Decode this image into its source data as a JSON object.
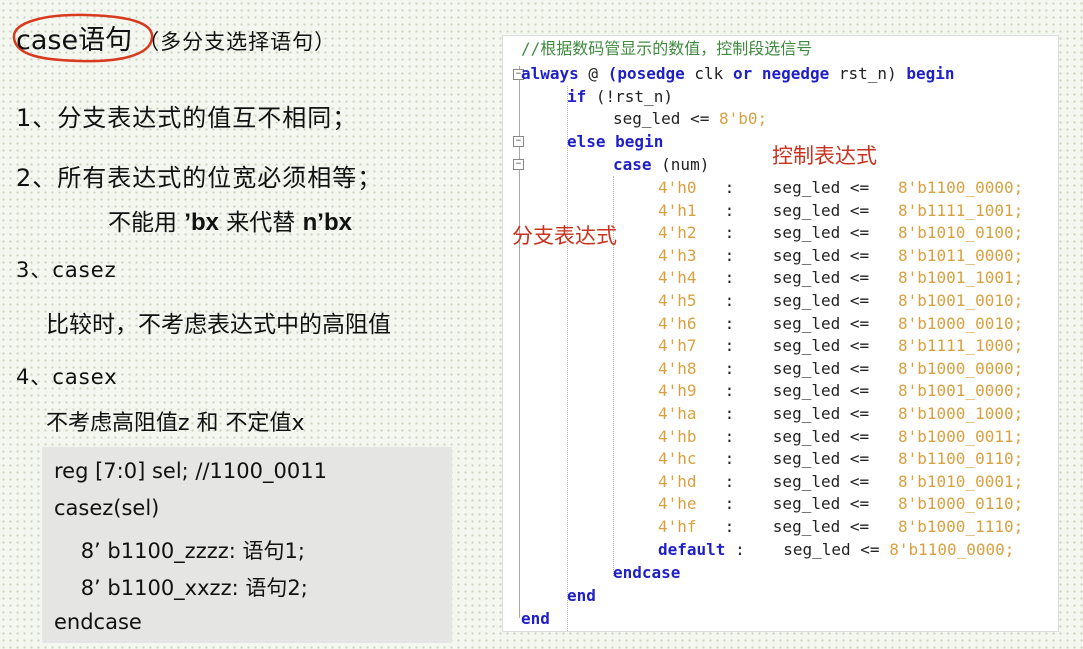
{
  "title": {
    "main": "case语句",
    "sub": "（多分支选择语句）"
  },
  "points": [
    {
      "text": "1、分支表达式的值互不相同；"
    },
    {
      "text": "2、所有表达式的位宽必须相等；"
    },
    {
      "text": "3、casez"
    },
    {
      "text": "4、casex"
    }
  ],
  "note_bx": {
    "pre": "不能用 ",
    "bold1": "’bx",
    "mid": " 来代替 ",
    "bold2": "n’bx"
  },
  "casez_desc": "比较时，不考虑表达式中的高阻值",
  "casex_desc": "不考虑高阻值z 和 不定值x",
  "snippet": [
    "reg [7:0] sel; //1100_0011",
    "casez(sel)",
    "    8’ b1100_zzzz: 语句1;",
    "    8’ b1100_xxzz: 语句2;",
    "endcase"
  ],
  "code": {
    "comment": "//根据数码管显示的数值，控制段选信号",
    "always_kw": "always",
    "at": " @ ",
    "posedge": "(posedge",
    "clk": " clk ",
    "or": "or",
    "negedge": " negedge",
    "rst": " rst_n) ",
    "begin": "begin",
    "if_kw": "if",
    "if_cond": " (!rst_n)",
    "seg_reset": "seg_led <= ",
    "seg_reset_val": "8'b0;",
    "else_begin": "else begin",
    "case_kw": "case",
    "case_arg": " (num)",
    "cases": [
      {
        "label": "4'h0",
        "val": "8'b1100_0000;"
      },
      {
        "label": "4'h1",
        "val": "8'b1111_1001;"
      },
      {
        "label": "4'h2",
        "val": "8'b1010_0100;"
      },
      {
        "label": "4'h3",
        "val": "8'b1011_0000;"
      },
      {
        "label": "4'h4",
        "val": "8'b1001_1001;"
      },
      {
        "label": "4'h5",
        "val": "8'b1001_0010;"
      },
      {
        "label": "4'h6",
        "val": "8'b1000_0010;"
      },
      {
        "label": "4'h7",
        "val": "8'b1111_1000;"
      },
      {
        "label": "4'h8",
        "val": "8'b1000_0000;"
      },
      {
        "label": "4'h9",
        "val": "8'b1001_0000;"
      },
      {
        "label": "4'ha",
        "val": "8'b1000_1000;"
      },
      {
        "label": "4'hb",
        "val": "8'b1000_0011;"
      },
      {
        "label": "4'hc",
        "val": "8'b1100_0110;"
      },
      {
        "label": "4'hd",
        "val": "8'b1010_0001;"
      },
      {
        "label": "4'he",
        "val": "8'b1000_0110;"
      },
      {
        "label": "4'hf",
        "val": "8'b1000_1110;"
      }
    ],
    "default_kw": "default",
    "default_val": "8'b1100_0000;",
    "assign_lhs": " :    seg_led <= ",
    "endcase": "endcase",
    "end_inner": "end",
    "end_outer": "end"
  },
  "annotations": {
    "control_expr": "控制表达式",
    "branch_expr": "分支表达式"
  }
}
